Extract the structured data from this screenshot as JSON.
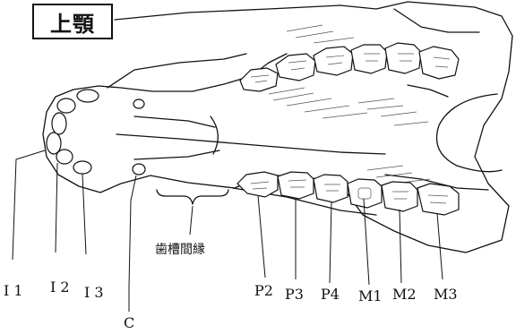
{
  "title": "上顎",
  "labels": {
    "i1": "I 1",
    "i2": "I 2",
    "i3": "I 3",
    "c": "C",
    "diastema": "歯槽間縁",
    "p2": "P2",
    "p3": "P3",
    "p4": "P4",
    "m1": "M1",
    "m2": "M2",
    "m3": "M3"
  },
  "colors": {
    "ink": "#111111",
    "shade": "#555555",
    "paper": "#ffffff"
  }
}
